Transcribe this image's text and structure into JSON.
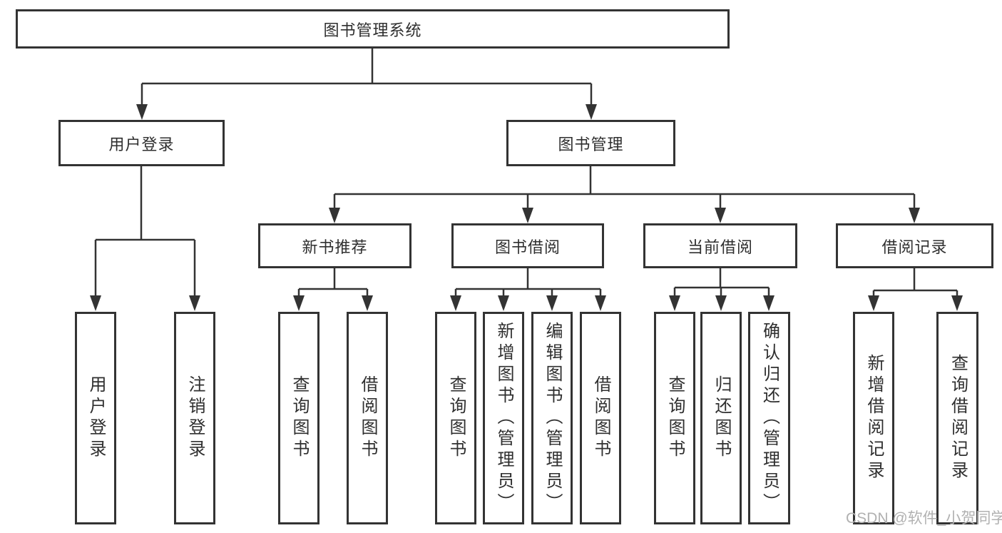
{
  "diagram": {
    "root": "图书管理系统",
    "level2": [
      "用户登录",
      "图书管理"
    ],
    "level3": [
      "新书推荐",
      "图书借阅",
      "当前借阅",
      "借阅记录"
    ],
    "leaves": {
      "login": [
        "用户登录",
        "注销登录"
      ],
      "recommend": [
        "查询图书",
        "借阅图书"
      ],
      "borrow": [
        "查询图书",
        "新增图书（管理员）",
        "编辑图书（管理员）",
        "借阅图书"
      ],
      "current": [
        "查询图书",
        "归还图书",
        "确认归还（管理员）"
      ],
      "records": [
        "新增借阅记录",
        "查询借阅记录"
      ]
    }
  },
  "watermark": "CSDN @软件_小贺同学",
  "colors": {
    "line": "#333333",
    "text": "#2f2f2f",
    "watermark": "#b1b1b1",
    "bg": "#ffffff"
  }
}
